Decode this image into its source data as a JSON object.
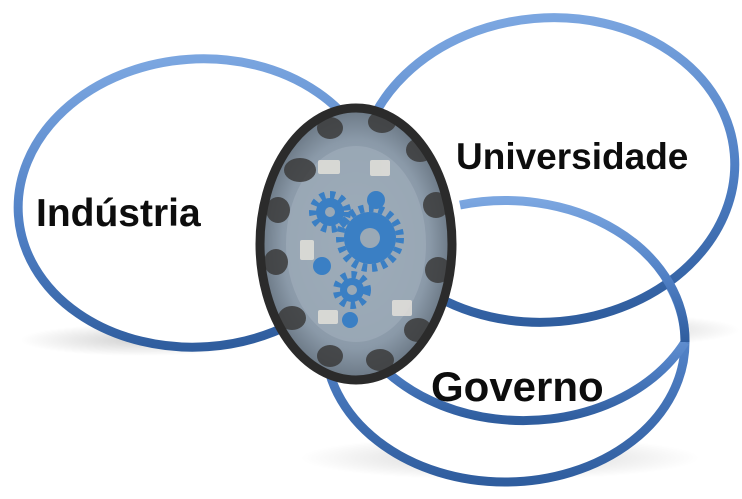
{
  "diagram": {
    "nodes": [
      {
        "id": "industria",
        "label": "Indústria"
      },
      {
        "id": "universidade",
        "label": "Universidade"
      },
      {
        "id": "governo",
        "label": "Governo"
      }
    ],
    "center": {
      "image": "team-meeting-with-gears-photo"
    },
    "colors": {
      "ellipse_stroke": "#5b87c9",
      "ellipse_stroke_dark": "#2f5d9e",
      "ellipse_fill": "#ffffff",
      "center_frame": "#2b2b2b",
      "gear_color": "#3a7fc4"
    }
  }
}
